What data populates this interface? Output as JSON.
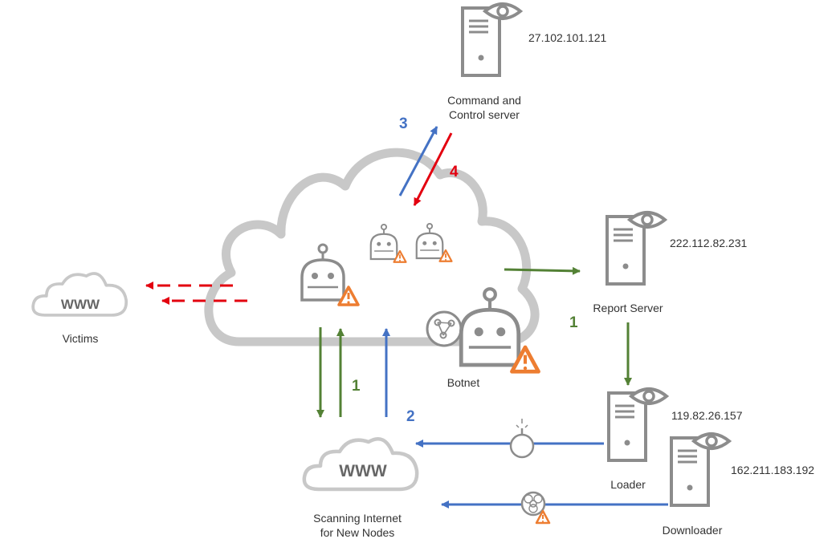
{
  "colors": {
    "green": "#538135",
    "blue": "#4472c4",
    "red": "#e3000f",
    "gray": "#8c8c8c",
    "cloud": "#c8c8c8",
    "orange": "#ed7d31"
  },
  "nodes": {
    "cnc": {
      "label_line1": "Command and",
      "label_line2": "Control server",
      "ip": "27.102.101.121",
      "icon": "server-eye-icon"
    },
    "report": {
      "label": "Report Server",
      "ip": "222.112.82.231",
      "icon": "server-eye-icon"
    },
    "loader": {
      "label": "Loader",
      "ip": "119.82.26.157",
      "icon": "server-eye-icon"
    },
    "downloader": {
      "label": "Downloader",
      "ip": "162.211.183.192",
      "icon": "server-eye-icon"
    },
    "botnet": {
      "label": "Botnet",
      "icon": "bot-warning-icon"
    },
    "victims": {
      "label": "Victims",
      "www": "WWW"
    },
    "scan": {
      "label_line1": "Scanning Internet",
      "label_line2": "for New Nodes",
      "www": "WWW"
    }
  },
  "steps": {
    "s1_left": "1",
    "s1_right": "1",
    "s2": "2",
    "s3": "3",
    "s4": "4"
  }
}
